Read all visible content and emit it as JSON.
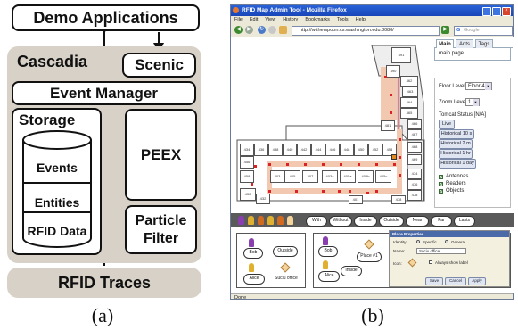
{
  "diagram_a": {
    "demo_applications": "Demo Applications",
    "cascadia": "Cascadia",
    "scenic": "Scenic",
    "event_manager": "Event Manager",
    "storage": "Storage",
    "events": "Events",
    "entities": "Entities",
    "rfid_data": "RFID Data",
    "peex": "PEEX",
    "particle_filter_1": "Particle",
    "particle_filter_2": "Filter",
    "rfid_traces": "RFID Traces",
    "caption": "(a)"
  },
  "screenshot_b": {
    "window_title": "RFID Map Admin Tool - Mozilla Firefox",
    "menu": [
      "File",
      "Edit",
      "View",
      "History",
      "Bookmarks",
      "Tools",
      "Help"
    ],
    "url": "http://witherspoon.cs.washington.edu:8080/",
    "search_placeholder": "Google",
    "tabs": [
      "Main",
      "Ants",
      "Tags"
    ],
    "tab_content": "main page",
    "floor_level_label": "Floor Level:",
    "floor_level_value": "Floor 4",
    "zoom_level_label": "Zoom Level:",
    "zoom_level_value": "1",
    "tomcat_status": "Tomcat Status [N/A]",
    "time_buttons": [
      "Live",
      "Historical 10 s",
      "Historical 2 m",
      "Historical 1 hr",
      "Historical 1 day"
    ],
    "checkboxes": [
      "Antennas",
      "Readers",
      "Objects"
    ],
    "query_buttons": [
      "With",
      "Without",
      "Inside",
      "Outside",
      "Near",
      "Far",
      "Lasts"
    ],
    "rooms": [
      "491",
      "490",
      "462",
      "463",
      "464",
      "465",
      "466",
      "467",
      "468",
      "469",
      "434",
      "436",
      "438",
      "440",
      "442",
      "444",
      "446",
      "448",
      "450",
      "452",
      "454",
      "456",
      "458",
      "474",
      "476",
      "478",
      "481",
      "405",
      "407",
      "403",
      "403a",
      "405a",
      "405b",
      "405c",
      "430",
      "432",
      "401",
      "478"
    ],
    "query_bob_1": "Bob",
    "query_outside": "Outside",
    "query_alice_1": "Alice",
    "query_suciu": "Suciu office",
    "query_bob_2": "Bob",
    "query_place": "Place #1",
    "query_inside": "Inside",
    "query_alice_2": "Alice",
    "dialog_title": "Place Properties",
    "dialog_identity": "Identity:",
    "dialog_specific": "Specific",
    "dialog_general": "General",
    "dialog_name_label": "Name:",
    "dialog_name_value": "Suciu office",
    "dialog_icon": "Icon:",
    "dialog_always_show": "Always show label",
    "dialog_buttons": [
      "Save",
      "Cancel",
      "Apply"
    ],
    "status": "Done",
    "caption": "(b)"
  }
}
